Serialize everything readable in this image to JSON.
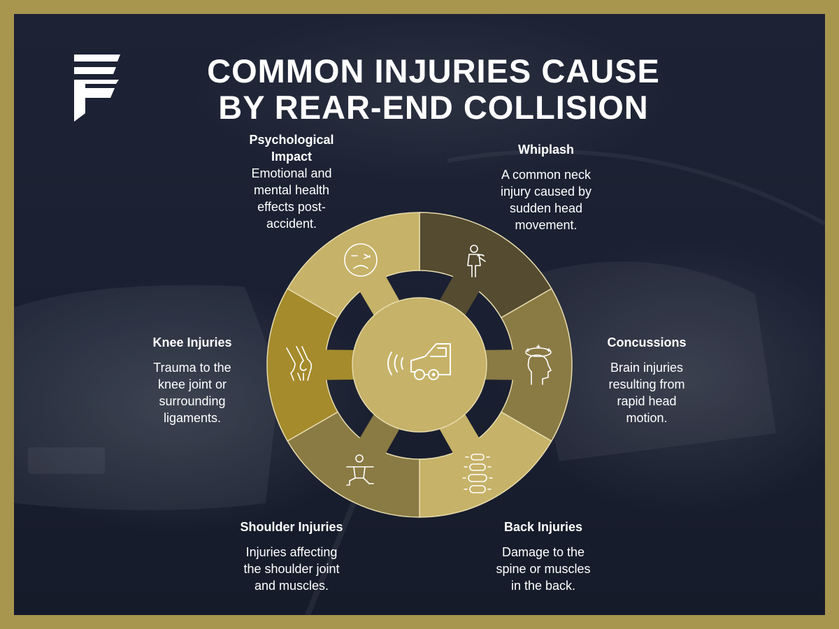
{
  "title": {
    "line1": "COMMON INJURIES CAUSE",
    "line2": "BY REAR-END COLLISION"
  },
  "logo": {
    "icon": "stylized-F-logo"
  },
  "colors": {
    "border_gold": "#a8964f",
    "background_navy": "#1b2132",
    "segment_dark": "#544b30",
    "segment_mid": "#8a7a44",
    "segment_light": "#c6b268",
    "segment_knee": "#a58b2c",
    "segment_whiplash": "#3a3424",
    "center": "#c6b268",
    "text": "#ffffff"
  },
  "center": {
    "icon": "car-collision-icon"
  },
  "injuries": [
    {
      "key": "whiplash",
      "title": "Whiplash",
      "description_lines": [
        "A common neck",
        "injury caused by",
        "sudden head",
        "movement."
      ],
      "icon": "person-neck-pain-icon"
    },
    {
      "key": "concussions",
      "title": "Concussions",
      "description_lines": [
        "Brain injuries",
        "resulting from",
        "rapid head",
        "motion."
      ],
      "icon": "head-dizzy-icon"
    },
    {
      "key": "back",
      "title": "Back Injuries",
      "description_lines": [
        "Damage to the",
        "spine or muscles",
        "in the back."
      ],
      "icon": "spine-icon"
    },
    {
      "key": "shoulder",
      "title": "Shoulder Injuries",
      "description_lines": [
        "Injuries affecting",
        "the shoulder joint",
        "and muscles."
      ],
      "icon": "person-stretch-icon"
    },
    {
      "key": "knee",
      "title": "Knee Injuries",
      "description_lines": [
        "Trauma to the",
        "knee joint or",
        "surrounding",
        "ligaments."
      ],
      "icon": "knee-joint-icon"
    },
    {
      "key": "psychological",
      "title_lines": [
        "Psychological",
        "Impact"
      ],
      "description_lines": [
        "Emotional and",
        "mental health",
        "effects post-",
        "accident."
      ],
      "icon": "sad-face-icon"
    }
  ]
}
